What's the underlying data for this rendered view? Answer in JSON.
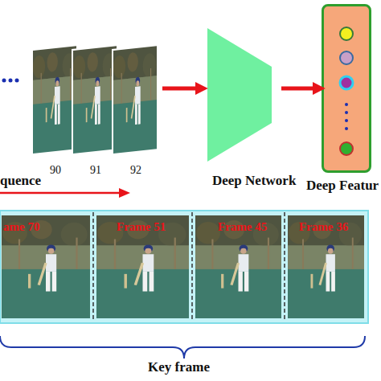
{
  "diagram": {
    "nodes": [
      {
        "text": [
          "quence"
        ]
      },
      {
        "text": [
          "Deep Network"
        ]
      },
      {
        "text": [
          "Deep Featur"
        ]
      },
      {
        "text": [
          "ame 70"
        ]
      },
      {
        "text": [
          "Frame 51"
        ]
      },
      {
        "text": [
          "Frame 45"
        ]
      },
      {
        "text": [
          "Frame 36"
        ]
      }
    ],
    "edges": [
      {
        "from": 0,
        "to": 1,
        "arrow": "to"
      },
      {
        "from": 1,
        "to": 2,
        "arrow": "to"
      }
    ],
    "labels": [
      "90",
      "91",
      "92",
      "Key frame"
    ]
  }
}
